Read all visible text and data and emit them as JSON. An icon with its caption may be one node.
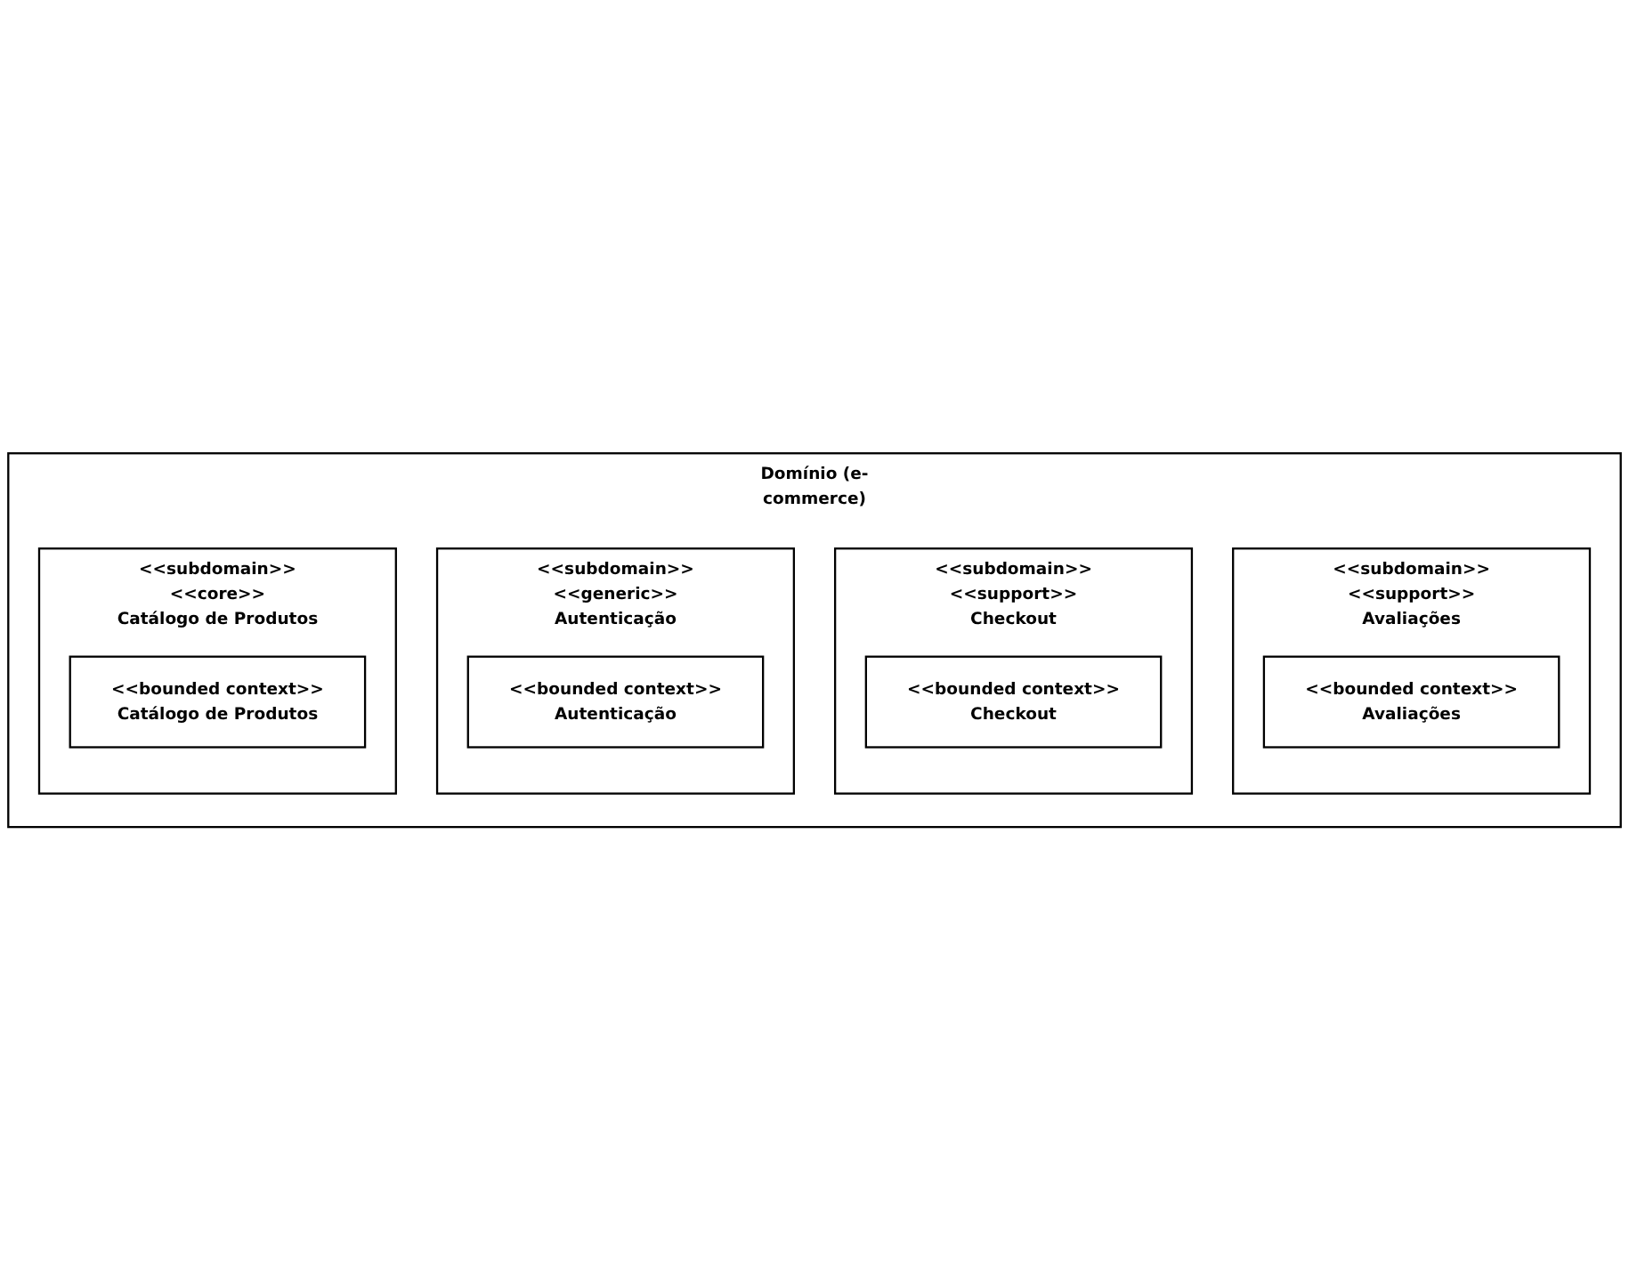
{
  "diagram": {
    "nodes": [
      {
        "text": [
          "Domínio (e-commerce)"
        ]
      },
      {
        "text": [
          "<<subdomain>>",
          "<<core>>",
          "Catálogo de Produtos"
        ],
        "in": 0
      },
      {
        "text": [
          "<<bounded context>>",
          "Catálogo de Produtos"
        ],
        "in": 1
      },
      {
        "text": [
          "<<subdomain>>",
          "<<generic>>",
          "Autenticação"
        ],
        "in": 0
      },
      {
        "text": [
          "<<bounded context>>",
          "Autenticação"
        ],
        "in": 3
      },
      {
        "text": [
          "<<subdomain>>",
          "<<support>>",
          "Checkout"
        ],
        "in": 0
      },
      {
        "text": [
          "<<bounded context>>",
          "Checkout"
        ],
        "in": 5
      },
      {
        "text": [
          "<<subdomain>>",
          "<<support>>",
          "Avaliações"
        ],
        "in": 0
      },
      {
        "text": [
          "<<bounded context>>",
          "Avaliações"
        ],
        "in": 7
      }
    ]
  }
}
